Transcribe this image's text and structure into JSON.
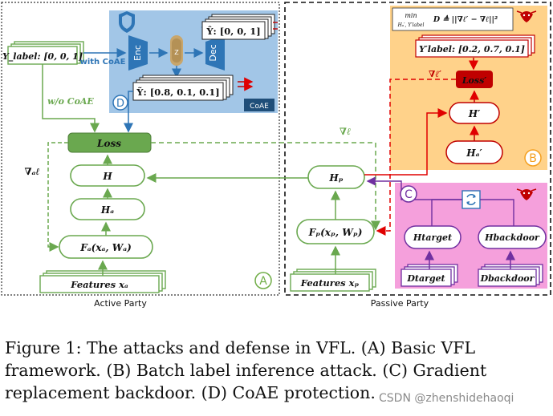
{
  "panels": {
    "active_party": "Active Party",
    "passive_party": "Passive Party"
  },
  "circle_labels": {
    "a": "A",
    "b": "B",
    "c": "C",
    "d": "D"
  },
  "coae": {
    "tag": "CoAE",
    "enc": "Enc",
    "z": "Z",
    "dec": "Dec",
    "y_hat": "Ŷ: [0, 0, 1]",
    "y_tilde": "Ỹ: [0.8, 0.1, 0.1]",
    "with_coae": "with CoAE"
  },
  "active": {
    "y_label": "Y_label: [0, 0, 1]",
    "wo_coae": "w/o CoAE",
    "loss": "Loss",
    "grad_a": "∇ₐℓ",
    "h": "H",
    "ha": "Hₐ",
    "fa": "Fₐ(xₐ, Wₐ)",
    "features": "Features xₐ"
  },
  "passive": {
    "grad": "∇ℓ",
    "hp": "Hₚ",
    "fp": "Fₚ(xₚ, Wₚ)",
    "features": "Features xₚ"
  },
  "attack_b": {
    "formula_top": "min",
    "formula_sub": "Hₐ′, Y′label",
    "formula_body": "D ≜ ||∇ℓ′ − ∇ℓ||²",
    "y_label_prime": "Y′label: [0.2, 0.7, 0.1]",
    "grad_prime": "∇ℓ′",
    "loss_prime": "Loss′",
    "h_prime": "H′",
    "ha_prime": "Hₐ′"
  },
  "attack_c": {
    "h_target": "Htarget",
    "h_backdoor": "Hbackdoor",
    "d_target": "Dtarget",
    "d_backdoor": "Dbackdoor"
  },
  "caption": {
    "line1": "Figure 1: The attacks and defense in VFL. (A) Basic VFL",
    "line2": "framework. (B) Batch label inference attack. (C) Gradient",
    "line3": "replacement backdoor. (D) CoAE protection."
  },
  "watermark": "CSDN @zhenshidehaoqi",
  "colors": {
    "green": "#6aa84f",
    "loss_green": "#6aa84f",
    "purple_stroke": "#7030a0",
    "red": "#e00000",
    "dark_red": "#c00000",
    "coae_blue": "#9dc3e6",
    "enc_blue": "#2e75b6",
    "panel_b": "#ffd28a",
    "panel_c": "#f5a0dc",
    "circle_green": "#70ad47",
    "circle_orange": "#f4a020",
    "circle_purple": "#7030a0",
    "circle_blue": "#2e75b6"
  }
}
